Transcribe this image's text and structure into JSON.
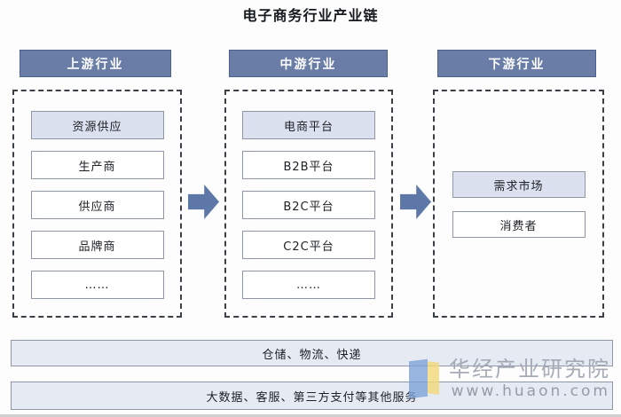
{
  "title": "电子商务行业产业链",
  "columns": [
    {
      "header": "上游行业",
      "boxes": [
        {
          "label": "资源供应"
        },
        {
          "label": "生产商"
        },
        {
          "label": "供应商"
        },
        {
          "label": "品牌商"
        },
        {
          "label": "……"
        }
      ]
    },
    {
      "header": "中游行业",
      "boxes": [
        {
          "label": "电商平台"
        },
        {
          "label": "B2B平台"
        },
        {
          "label": "B2C平台"
        },
        {
          "label": "C2C平台"
        },
        {
          "label": "……"
        }
      ]
    },
    {
      "header": "下游行业",
      "boxes": [
        {
          "label": "需求市场"
        },
        {
          "label": "消费者"
        }
      ]
    }
  ],
  "support_bars": [
    {
      "label": "仓储、物流、快递"
    },
    {
      "label": "大数据、客服、第三方支付等其他服务"
    }
  ],
  "watermark": {
    "name": "华经产业研究院",
    "url": "www.huaon.com"
  },
  "colors": {
    "header-fill": "#6a7da6",
    "header-border": "#4d6190",
    "arrow-fill": "#5d77a6",
    "node-border": "#8f96a8",
    "node-highlight-fill": "#dbe1ee",
    "bar-fill": "#e5eaf3",
    "dashed-border": "#3a3f48",
    "watermark-text": "#9fa5b0",
    "watermark-url": "#8f96a2",
    "logo-blue": "#7ba1d7",
    "logo-yellow": "#f3d87c"
  }
}
